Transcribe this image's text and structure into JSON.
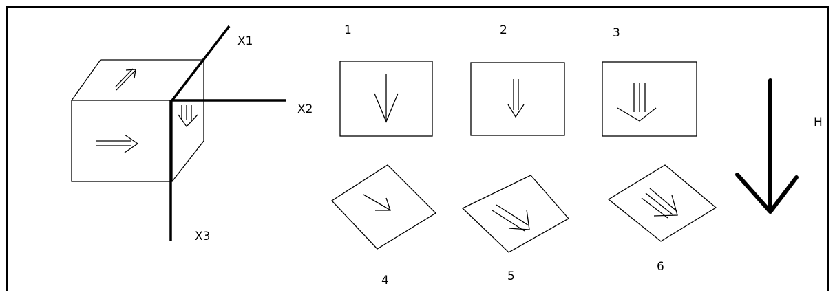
{
  "axes": {
    "x1": "X1",
    "x2": "X2",
    "x3": "X3"
  },
  "field_label": "H",
  "panels": [
    {
      "number": "1",
      "arrow": "single-line-arrow"
    },
    {
      "number": "2",
      "arrow": "double-line-arrow"
    },
    {
      "number": "3",
      "arrow": "triple-line-arrow"
    },
    {
      "number": "4",
      "arrow": "single-line-arrow"
    },
    {
      "number": "5",
      "arrow": "double-line-arrow"
    },
    {
      "number": "6",
      "arrow": "triple-line-arrow"
    }
  ],
  "colors": {
    "stroke": "#000000",
    "background": "#ffffff"
  }
}
